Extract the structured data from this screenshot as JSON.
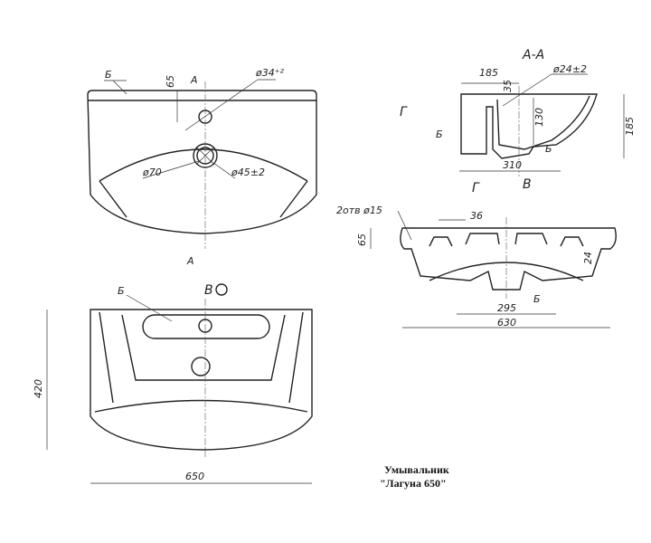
{
  "title": {
    "line1": "Умывальник",
    "line2": "\"Лагуна 650\""
  },
  "top_view": {
    "mark_b": "Б",
    "dim_65": "65",
    "section_a_top": "А",
    "section_a_bottom": "А",
    "hole_34": "ø34⁺²",
    "hole_70": "ø70",
    "hole_45": "ø45±2"
  },
  "section_aa": {
    "title": "А-А",
    "dim_185_w": "185",
    "hole_24": "ø24±2",
    "dim_35": "35",
    "dim_130": "130",
    "dim_185_h": "185",
    "dim_310": "310",
    "mark_b1": "Б",
    "mark_b2": "Б",
    "view_g_arrow": "Г",
    "view_g_label": "Г",
    "view_v_arrow": "В"
  },
  "view_g": {
    "holes": "2отв ø15",
    "dim_36": "36",
    "dim_65": "65",
    "dim_24": "24",
    "mark_b": "Б",
    "dim_295": "295",
    "dim_630": "630"
  },
  "view_v": {
    "label": "В",
    "mark_b": "Б",
    "dim_420": "420",
    "dim_650": "650"
  }
}
